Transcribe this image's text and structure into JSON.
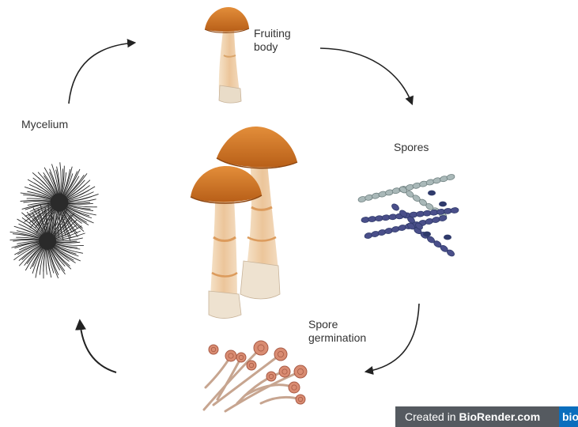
{
  "labels": {
    "fruiting_body": [
      "Fruiting",
      "body"
    ],
    "spores": "Spores",
    "spore_germination": [
      "Spore",
      "germination"
    ],
    "mycelium": "Mycelium"
  },
  "watermark": {
    "prefix": "Created in ",
    "brand": "BioRender.com",
    "logo_text": "bio"
  },
  "colors": {
    "cap": "#d67a2a",
    "cap_dark": "#b55c17",
    "stem": "#f0d8b8",
    "spore_light": "#a9b8b8",
    "spore_dark": "#4a4f8a",
    "spore_navy": "#2f3a6b",
    "germination": "#d98c72",
    "mycelium": "#2a2a2a",
    "arrow": "#222222"
  }
}
